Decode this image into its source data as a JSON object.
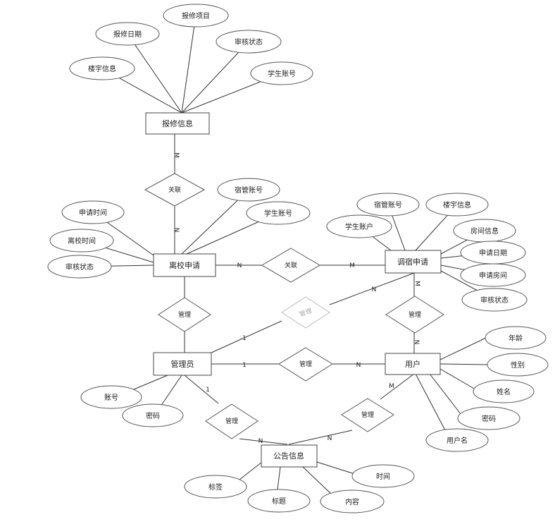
{
  "entities": {
    "repair_info": "报修信息",
    "leave_application": "离校申请",
    "transfer_application": "调宿申请",
    "admin": "管理员",
    "user": "用户",
    "notice_info": "公告信息"
  },
  "attributes": {
    "repair_info": [
      "报修日期",
      "报修项目",
      "审核状态",
      "学生账号",
      "楼宇信息"
    ],
    "leave_application": [
      "申请时间",
      "离校时间",
      "审核状态",
      "宿管账号",
      "学生账号"
    ],
    "transfer_application": [
      "宿管账号",
      "楼宇信息",
      "学生账户",
      "房间信息",
      "申请日期",
      "申请房间",
      "审核状态"
    ],
    "admin": [
      "账号",
      "密码"
    ],
    "user": [
      "年龄",
      "性别",
      "姓名",
      "密码",
      "用户名"
    ],
    "notice_info": [
      "时间",
      "标签",
      "标题",
      "内容"
    ]
  },
  "relationships": {
    "r_repair_leave": "关联",
    "r_leave_transfer": "关联",
    "r_admin_leave": "管理",
    "r_admin_transfer": "管理",
    "r_admin_user": "管理",
    "r_user_transfer": "管理",
    "r_admin_notice": "管理",
    "r_user_notice": "管理"
  },
  "cardinalities": {
    "repair_m": "M",
    "leave_n_top": "N",
    "leave_n_right": "N",
    "transfer_m_left": "M",
    "transfer_n": "N",
    "admin_1_faded": "1",
    "admin_1_user": "1",
    "user_n_admin": "N",
    "transfer_m_bottom": "M",
    "user_n_top": "N",
    "admin_1_notice": "1",
    "notice_n_left": "N",
    "notice_n_right": "N",
    "user_m_notice": "M"
  }
}
